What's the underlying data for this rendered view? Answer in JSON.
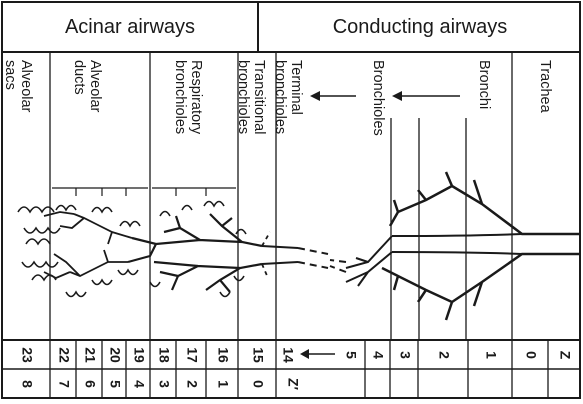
{
  "header": {
    "acinar": "Acinar airways",
    "conducting": "Conducting airways"
  },
  "columns": [
    {
      "key": "alveolar_sacs",
      "lines": [
        "Alveolar",
        "sacs"
      ]
    },
    {
      "key": "alveolar_ducts",
      "lines": [
        "Alveolar",
        "ducts"
      ]
    },
    {
      "key": "resp_bronch",
      "lines": [
        "Respiratory",
        "bronchioles"
      ]
    },
    {
      "key": "trans_bronch",
      "lines": [
        "Transitional",
        "bronchioles"
      ]
    },
    {
      "key": "term_bronch",
      "lines": [
        "Terminal",
        "bronchioles"
      ]
    },
    {
      "key": "bronchioles",
      "lines": [
        "Bronchioles"
      ]
    },
    {
      "key": "bronchi",
      "lines": [
        "Bronchi"
      ]
    },
    {
      "key": "trachea",
      "lines": [
        "Trachea"
      ]
    }
  ],
  "z_row": {
    "label": "Z",
    "values": [
      "23",
      "22",
      "21",
      "20",
      "19",
      "18",
      "17",
      "16",
      "15",
      "14",
      "5",
      "4",
      "3",
      "2",
      "1",
      "0"
    ]
  },
  "zprime_row": {
    "label": "Z′",
    "values": [
      "8",
      "7",
      "6",
      "5",
      "4",
      "3",
      "2",
      "1",
      "0"
    ]
  }
}
